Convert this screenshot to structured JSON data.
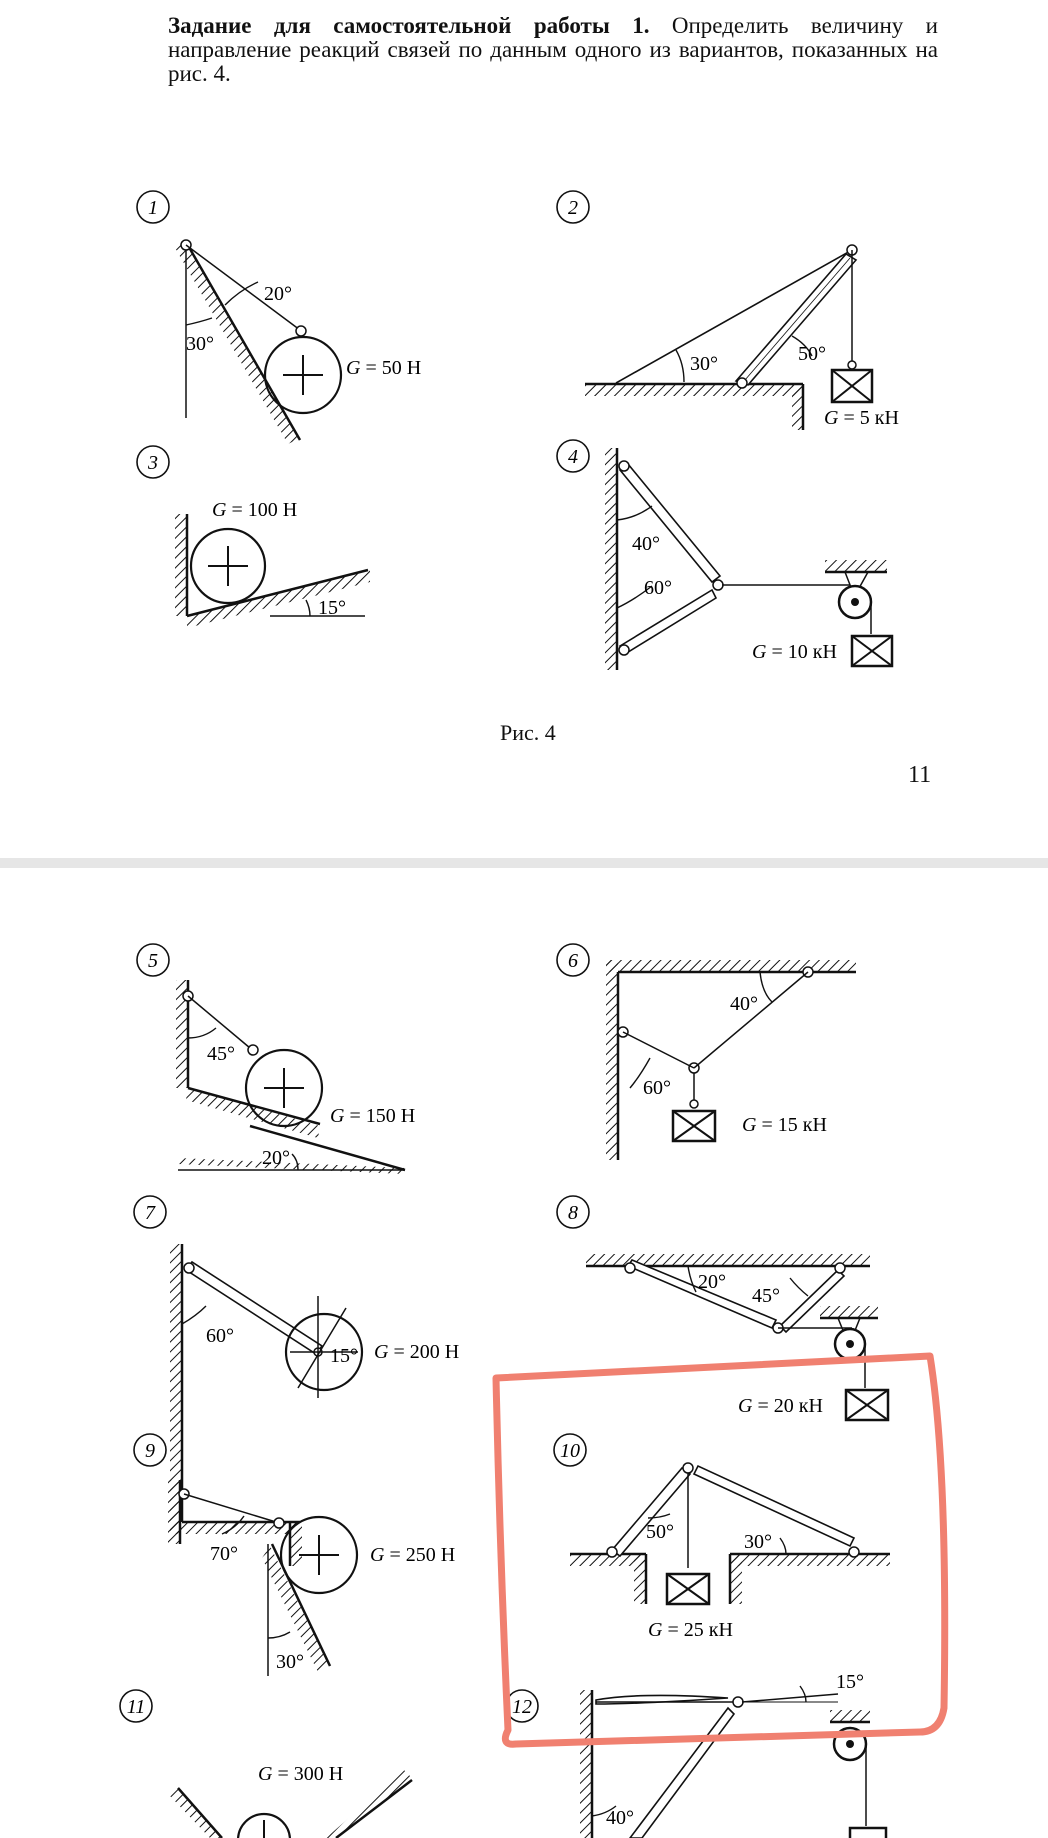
{
  "task": {
    "title": "Задание для самостоятельной работы 1.",
    "text": "Определить величину и направление реакций связей по данным одного из вариантов, показанных на рис. 4."
  },
  "figure_caption": "Рис. 4",
  "page_number": "11",
  "variants": [
    {
      "number": "1",
      "load": "= 50 Н",
      "angles": [
        "20°",
        "30°"
      ]
    },
    {
      "number": "2",
      "load": "= 5 кН",
      "angles": [
        "30°",
        "50°"
      ]
    },
    {
      "number": "3",
      "load": "= 100 Н",
      "angles": [
        "15°"
      ]
    },
    {
      "number": "4",
      "load": "= 10 кН",
      "angles": [
        "40°",
        "60°"
      ]
    },
    {
      "number": "5",
      "load": "= 150 Н",
      "angles": [
        "45°",
        "20°"
      ]
    },
    {
      "number": "6",
      "load": "= 15 кН",
      "angles": [
        "40°",
        "60°"
      ]
    },
    {
      "number": "7",
      "load": "= 200 Н",
      "angles": [
        "60°",
        "15°"
      ]
    },
    {
      "number": "8",
      "load": "= 20 кН",
      "angles": [
        "20°",
        "45°"
      ]
    },
    {
      "number": "9",
      "load": "= 250 Н",
      "angles": [
        "70°",
        "30°"
      ]
    },
    {
      "number": "10",
      "load": "= 25 кН",
      "angles": [
        "50°",
        "30°"
      ]
    },
    {
      "number": "11",
      "load": "= 300 Н",
      "angles": []
    },
    {
      "number": "12",
      "load": "",
      "angles": [
        "15°",
        "40°"
      ]
    }
  ],
  "load_symbol": "G",
  "annotation_color": "#f08070"
}
